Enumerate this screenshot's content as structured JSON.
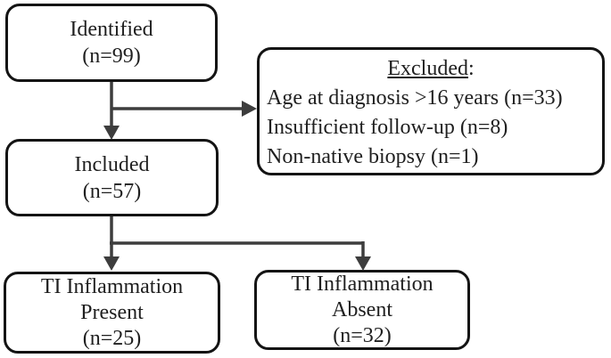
{
  "nodes": {
    "identified": {
      "line1": "Identified",
      "line2": "(n=99)"
    },
    "excluded": {
      "title": "Excluded",
      "colon": ":",
      "items": [
        "Age at diagnosis >16 years (n=33)",
        "Insufficient follow-up (n=8)",
        "Non-native biopsy (n=1)"
      ]
    },
    "included": {
      "line1": "Included",
      "line2": "(n=57)"
    },
    "ti_present": {
      "line1": "TI Inflammation",
      "line2": "Present",
      "line3": "(n=25)"
    },
    "ti_absent": {
      "line1": "TI Inflammation",
      "line2": "Absent",
      "line3": "(n=32)"
    }
  },
  "colors": {
    "box_border": "#141414",
    "arrow": "#3d3d3d",
    "text": "#1f1f1f",
    "background": "#ffffff"
  }
}
